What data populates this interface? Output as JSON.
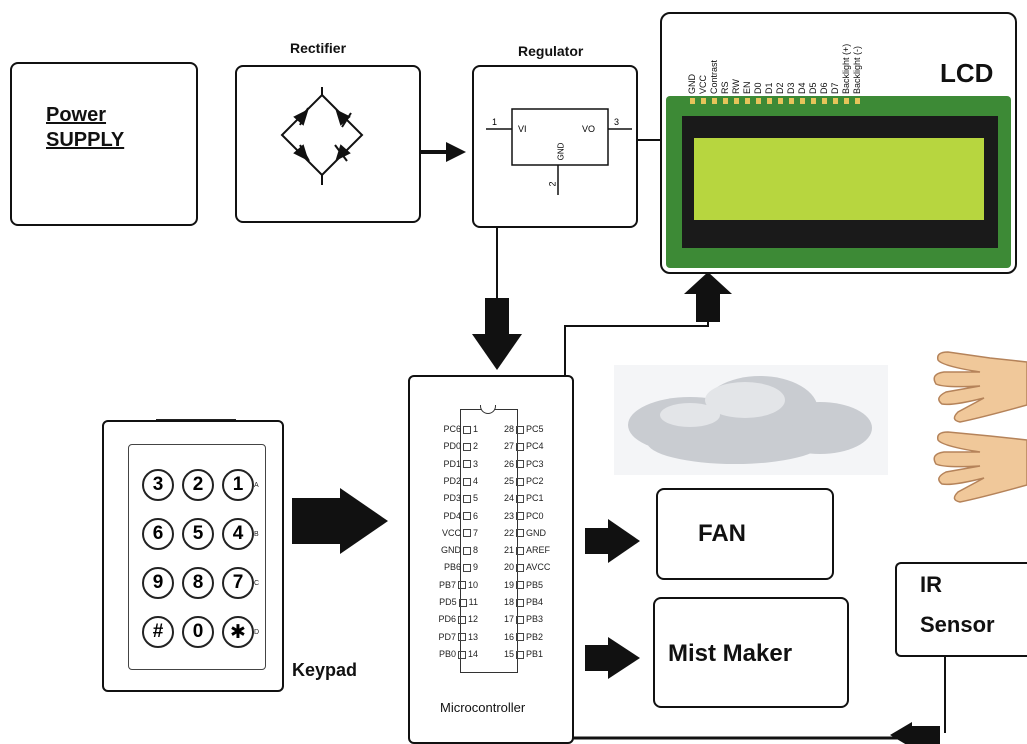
{
  "blocks": {
    "power_supply": {
      "line1": "Power",
      "line2": "SUPPLY"
    },
    "rectifier": {
      "title": "Rectifier"
    },
    "regulator": {
      "title": "Regulator",
      "pin_vi": "VI",
      "pin_vo": "VO",
      "pin_gnd": "GND",
      "pin1": "1",
      "pin2": "2",
      "pin3": "3"
    },
    "lcd": {
      "title": "LCD",
      "pins": [
        "GND",
        "VCC",
        "Contrast",
        "RS",
        "RW",
        "EN",
        "D0",
        "D1",
        "D2",
        "D3",
        "D4",
        "D5",
        "D6",
        "D7",
        "Backlight (+)",
        "Backlight (-)"
      ]
    },
    "keypad": {
      "title": "Keypad",
      "keys": [
        [
          "3",
          "2",
          "1"
        ],
        [
          "6",
          "5",
          "4"
        ],
        [
          "9",
          "8",
          "7"
        ],
        [
          "#",
          "0",
          "✱"
        ]
      ],
      "row_labels": [
        "A",
        "B",
        "C",
        "D"
      ]
    },
    "microcontroller": {
      "title": "Microcontroller",
      "left_pins": [
        [
          "PC6",
          "1"
        ],
        [
          "PD0",
          "2"
        ],
        [
          "PD1",
          "3"
        ],
        [
          "PD2",
          "4"
        ],
        [
          "PD3",
          "5"
        ],
        [
          "PD4",
          "6"
        ],
        [
          "VCC",
          "7"
        ],
        [
          "GND",
          "8"
        ],
        [
          "PB6",
          "9"
        ],
        [
          "PB7",
          "10"
        ],
        [
          "PD5",
          "11"
        ],
        [
          "PD6",
          "12"
        ],
        [
          "PD7",
          "13"
        ],
        [
          "PB0",
          "14"
        ]
      ],
      "right_pins": [
        [
          "28",
          "PC5"
        ],
        [
          "27",
          "PC4"
        ],
        [
          "26",
          "PC3"
        ],
        [
          "25",
          "PC2"
        ],
        [
          "24",
          "PC1"
        ],
        [
          "23",
          "PC0"
        ],
        [
          "22",
          "GND"
        ],
        [
          "21",
          "AREF"
        ],
        [
          "20",
          "AVCC"
        ],
        [
          "19",
          "PB5"
        ],
        [
          "18",
          "PB4"
        ],
        [
          "17",
          "PB3"
        ],
        [
          "16",
          "PB2"
        ],
        [
          "15",
          "PB1"
        ]
      ]
    },
    "fan": {
      "label": "FAN"
    },
    "mist_maker": {
      "label": "Mist Maker"
    },
    "ir_sensor": {
      "line1": "IR",
      "line2": "Sensor"
    }
  },
  "colors": {
    "lcd_board": "#3d8a36",
    "lcd_screen": "#b7d63f",
    "lcd_bezel": "#1a1a1a",
    "hand": "#f0c89a",
    "cloud": "#c9ccd1"
  }
}
